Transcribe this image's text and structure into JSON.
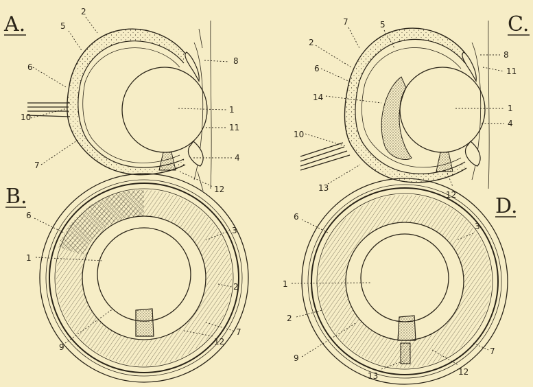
{
  "panels": {
    "A": {
      "letter": "A.",
      "labels": {
        "n1": "1",
        "n2": "2",
        "n4": "4",
        "n5": "5",
        "n6": "6",
        "n7": "7",
        "n8": "8",
        "n10": "10",
        "n11": "11",
        "n12": "12"
      }
    },
    "B": {
      "letter": "B.",
      "labels": {
        "n1": "1",
        "n2": "2",
        "n3": "3",
        "n6": "6",
        "n7": "7",
        "n9": "9",
        "n12": "12"
      }
    },
    "C": {
      "letter": "C.",
      "labels": {
        "n1": "1",
        "n2": "2",
        "n4": "4",
        "n5": "5",
        "n6": "6",
        "n7": "7",
        "n8": "8",
        "n10": "10",
        "n11": "11",
        "n12": "12",
        "n13": "13",
        "n14": "14"
      }
    },
    "D": {
      "letter": "D.",
      "labels": {
        "n1": "1",
        "n2": "2",
        "n3": "3",
        "n6": "6",
        "n7": "7",
        "n9": "9",
        "n12": "12",
        "n13": "13"
      }
    }
  },
  "colors": {
    "paper": "#f6edc6",
    "ink": "#2a2418"
  }
}
